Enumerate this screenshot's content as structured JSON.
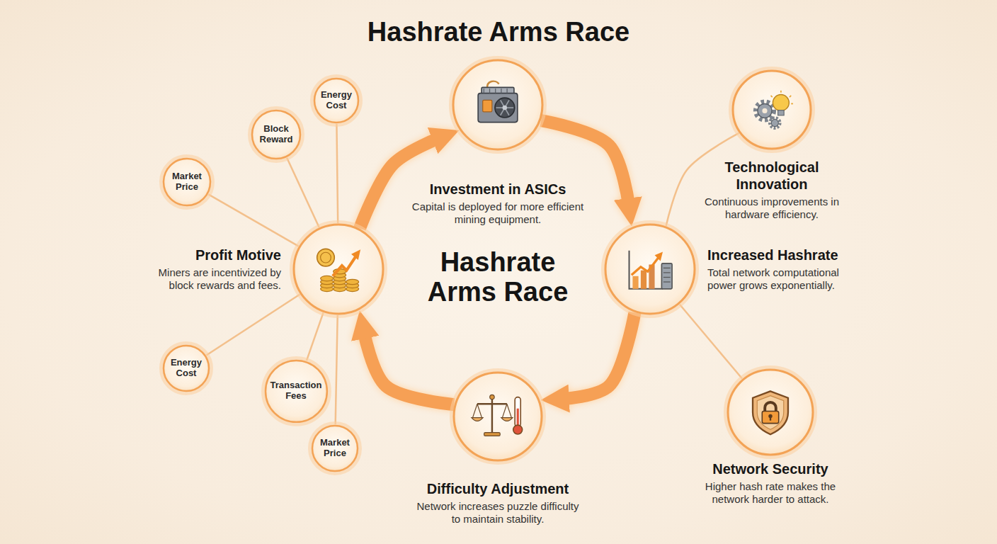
{
  "diagram": {
    "title": "Hashrate Arms Race",
    "nodes": [
      {
        "text": [
          "Investment in ASICs",
          "Capital is deployed for more efficient mining equipment."
        ]
      },
      {
        "text": [
          "Technological Innovation",
          "Continuous improvements in hardware efficiency."
        ]
      },
      {
        "text": [
          "Profit Motive",
          "Miners are incentivized by block rewards and fees."
        ]
      },
      {
        "text": [
          "Increased Hashrate",
          "Total network computational power grows exponentially."
        ]
      },
      {
        "text": [
          "Network Security",
          "Higher hash rate makes the network harder to attack."
        ]
      },
      {
        "text": [
          "Difficulty Adjustment",
          "Network increases puzzle difficulty to maintain stability."
        ]
      },
      {
        "text": [
          "Market Price"
        ]
      },
      {
        "text": [
          "Block Reward"
        ]
      },
      {
        "text": [
          "Energy Cost"
        ]
      },
      {
        "text": [
          "Energy Cost"
        ]
      },
      {
        "text": [
          "Transaction Fees"
        ]
      },
      {
        "text": [
          "Market Price"
        ]
      }
    ],
    "edges": [
      {
        "from": 2,
        "to": 0,
        "arrow": "to"
      },
      {
        "from": 0,
        "to": 3,
        "arrow": "to"
      },
      {
        "from": 3,
        "to": 5,
        "arrow": "to"
      },
      {
        "from": 5,
        "to": 2,
        "arrow": "to"
      },
      {
        "from": 1,
        "to": 3,
        "arrow": "none"
      },
      {
        "from": 3,
        "to": 4,
        "arrow": "none"
      },
      {
        "from": 6,
        "to": 2,
        "arrow": "none"
      },
      {
        "from": 7,
        "to": 2,
        "arrow": "none"
      },
      {
        "from": 8,
        "to": 2,
        "arrow": "none"
      },
      {
        "from": 9,
        "to": 2,
        "arrow": "none"
      },
      {
        "from": 10,
        "to": 2,
        "arrow": "none"
      },
      {
        "from": 11,
        "to": 2,
        "arrow": "none"
      }
    ],
    "labels": [
      "Hashrate Arms Race"
    ]
  }
}
